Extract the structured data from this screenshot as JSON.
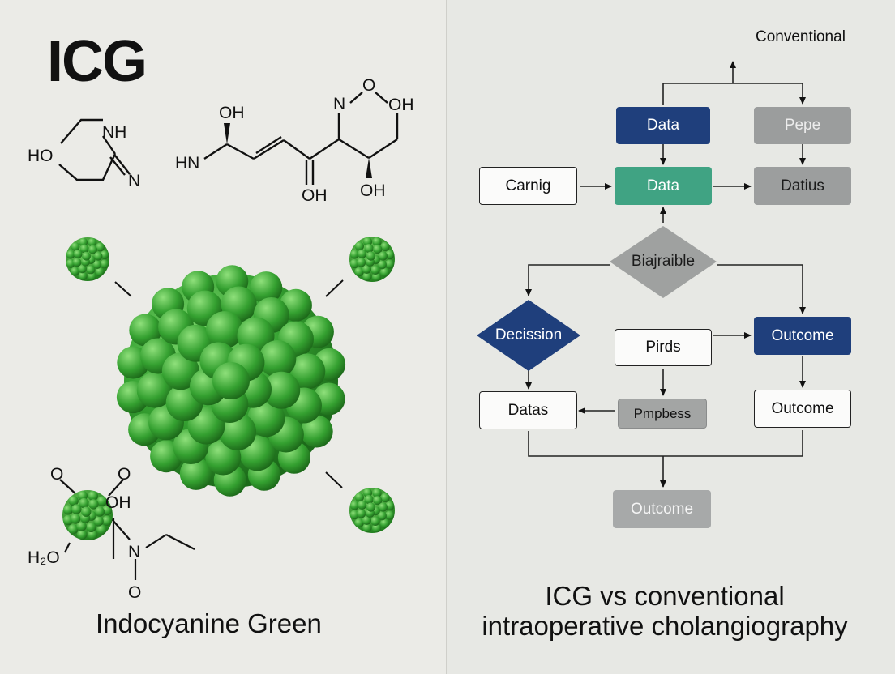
{
  "left": {
    "title": "ICG",
    "caption": "Indocyanine Green",
    "chem_labels": {
      "nh": "NH",
      "ho_ring": "HO",
      "n_ring": "N",
      "oh_top": "OH",
      "hn": "HN",
      "oh_mid_bottom": "OH",
      "n_top": "N",
      "o_top": "O",
      "oh_top_right": "OH",
      "oh_right_bottom": "OH",
      "o_bl_1": "O",
      "o_bl_2": "O",
      "oh_bl": "OH",
      "h2o": "H₂O",
      "n_bl": "N",
      "o_bl_bottom": "O"
    },
    "colors": {
      "particle": "#2e8f2a",
      "particle_light": "#5cc24f",
      "particle_dark": "#1d6b1b"
    }
  },
  "right": {
    "top_label": "Conventional",
    "caption_line1": "ICG vs conventional",
    "caption_line2": "intraoperative cholangiography",
    "nodes": {
      "data_top": "Data",
      "pepe": "Pepe",
      "carnig": "Carnig",
      "data_mid": "Data",
      "datius": "Datius",
      "biajrable": "Biajraible",
      "decission": "Decission",
      "pirds": "Pirds",
      "outcome_blue": "Outcome",
      "datas": "Datas",
      "pmpbess": "Pmpbess",
      "outcome_white": "Outcome",
      "outcome_bottom": "Outcome"
    },
    "colors": {
      "blue": "#1f3f7c",
      "teal": "#40a383",
      "gray": "#9b9d9d"
    }
  }
}
